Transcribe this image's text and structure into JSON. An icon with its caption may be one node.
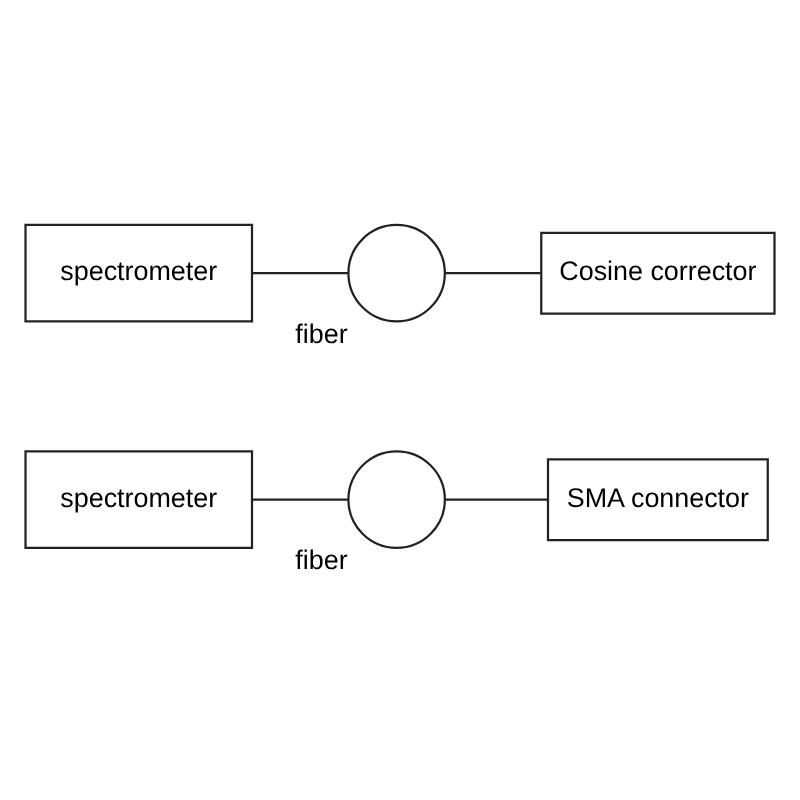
{
  "diagram": {
    "nodes": [
      {
        "text": [
          "spectrometer"
        ]
      },
      {
        "text": [],
        "shape": "circle",
        "beside": [
          "fiber"
        ]
      },
      {
        "text": [
          "SMA connector"
        ]
      },
      {
        "text": [
          "spectrometer"
        ]
      },
      {
        "text": [],
        "shape": "circle",
        "beside": [
          "fiber"
        ]
      },
      {
        "text": [
          "Cosine corrector"
        ]
      }
    ],
    "edges": [
      {
        "from": 0,
        "to": 1,
        "arrow": "none"
      },
      {
        "from": 1,
        "to": 2,
        "arrow": "none"
      },
      {
        "from": 3,
        "to": 4,
        "arrow": "none"
      },
      {
        "from": 4,
        "to": 5,
        "arrow": "none"
      }
    ]
  }
}
